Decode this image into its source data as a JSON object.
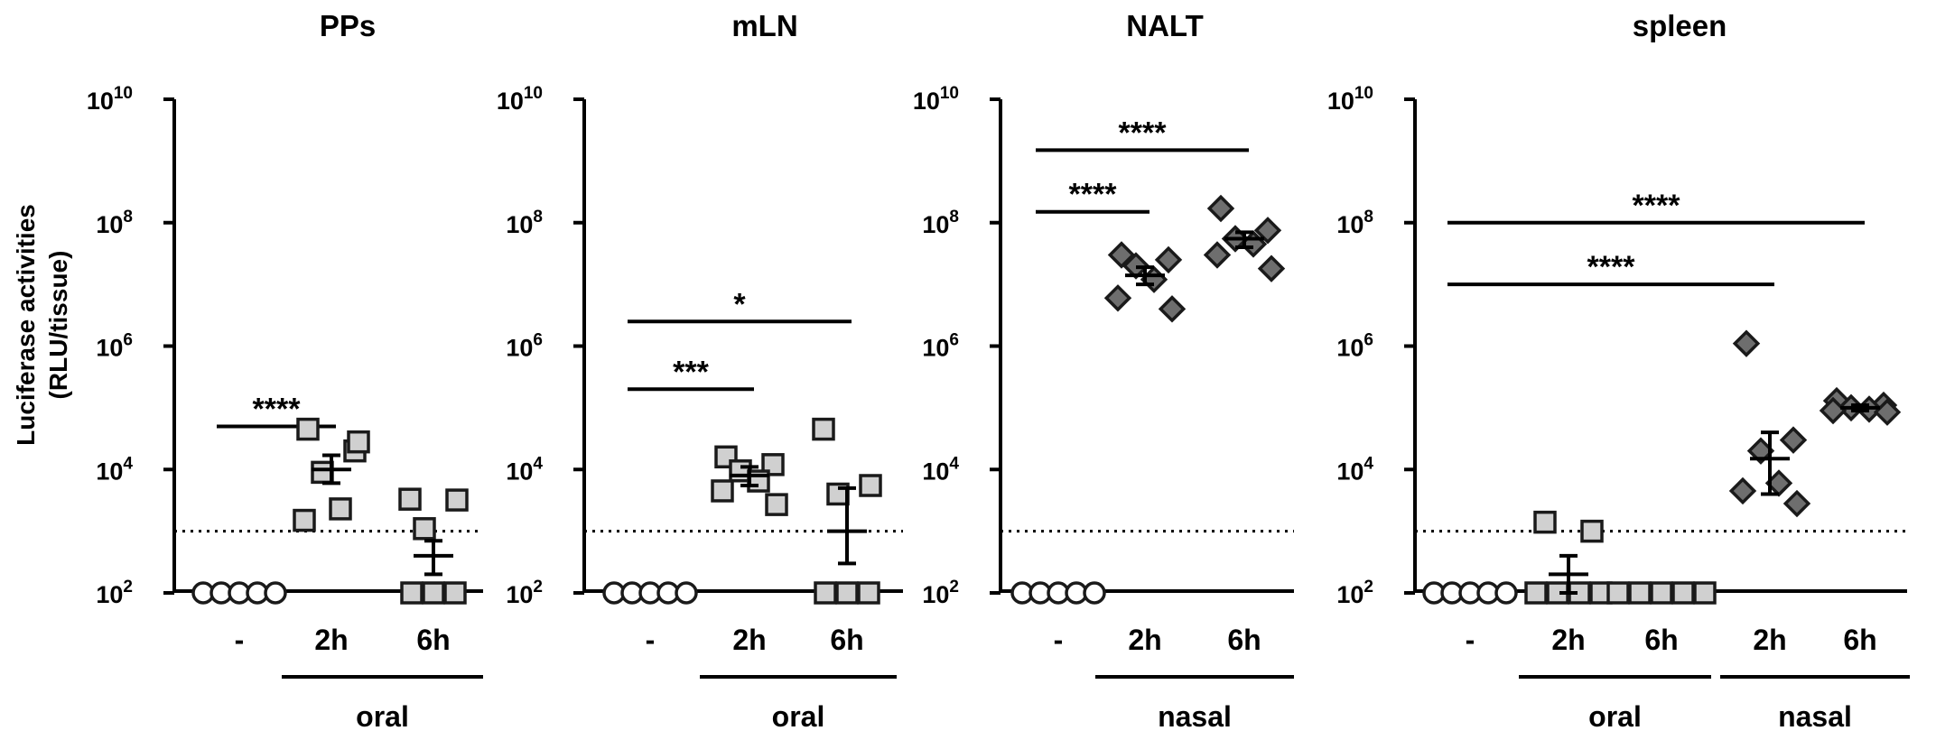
{
  "ylabel_line1": "Luciferase activities",
  "ylabel_line2": "(RLU/tissue)",
  "colors": {
    "open_circle_fill": "#ffffff",
    "square_fill": "#d0d0d0",
    "diamond_fill": "#6e6e6e",
    "stroke": "#1a1a1a",
    "axis": "#000000"
  },
  "chart_data": [
    {
      "type": "scatter",
      "title": "PPs",
      "yscale": "log10",
      "ylim": [
        100,
        10000000000
      ],
      "yticks": [
        {
          "label": "10",
          "exp": "2"
        },
        {
          "label": "10",
          "exp": "4"
        },
        {
          "label": "10",
          "exp": "6"
        },
        {
          "label": "10",
          "exp": "8"
        },
        {
          "label": "10",
          "exp": "10"
        }
      ],
      "detection_limit": 1000,
      "categories": [
        "-",
        "2h",
        "6h"
      ],
      "group_labels": [
        {
          "label": "oral",
          "span": [
            1,
            2
          ]
        }
      ],
      "series": [
        {
          "category": "-",
          "marker": "circle",
          "values": [
            100,
            100,
            100,
            100,
            100
          ],
          "mean": null
        },
        {
          "category": "2h",
          "marker": "square",
          "values": [
            45000,
            20000,
            9000,
            2300,
            1500,
            28000
          ],
          "mean": 10000,
          "sem": [
            6000,
            17000
          ]
        },
        {
          "category": "6h",
          "marker": "square",
          "values": [
            3300,
            3200,
            1100,
            100,
            100,
            100
          ],
          "mean": 400,
          "sem": [
            200,
            700
          ]
        }
      ],
      "significance": [
        {
          "from": 0,
          "to": 1,
          "label": "****",
          "y": 50000
        }
      ]
    },
    {
      "type": "scatter",
      "title": "mLN",
      "yscale": "log10",
      "ylim": [
        100,
        10000000000
      ],
      "yticks": [
        {
          "label": "10",
          "exp": "2"
        },
        {
          "label": "10",
          "exp": "4"
        },
        {
          "label": "10",
          "exp": "6"
        },
        {
          "label": "10",
          "exp": "8"
        },
        {
          "label": "10",
          "exp": "10"
        }
      ],
      "detection_limit": 1000,
      "categories": [
        "-",
        "2h",
        "6h"
      ],
      "group_labels": [
        {
          "label": "oral",
          "span": [
            1,
            2
          ]
        }
      ],
      "series": [
        {
          "category": "-",
          "marker": "circle",
          "values": [
            100,
            100,
            100,
            100,
            100
          ],
          "mean": null
        },
        {
          "category": "2h",
          "marker": "square",
          "values": [
            16000,
            12000,
            9500,
            6500,
            4500,
            2700
          ],
          "mean": 8000,
          "sem": [
            5500,
            11000
          ]
        },
        {
          "category": "6h",
          "marker": "square",
          "values": [
            45000,
            5500,
            4000,
            100,
            100,
            100
          ],
          "mean": 1000,
          "sem": [
            300,
            5000
          ]
        }
      ],
      "significance": [
        {
          "from": 0,
          "to": 1,
          "label": "***",
          "y": 200000
        },
        {
          "from": 0,
          "to": 2,
          "label": "*",
          "y": 2500000
        }
      ]
    },
    {
      "type": "scatter",
      "title": "NALT",
      "yscale": "log10",
      "ylim": [
        100,
        10000000000
      ],
      "yticks": [
        {
          "label": "10",
          "exp": "2"
        },
        {
          "label": "10",
          "exp": "4"
        },
        {
          "label": "10",
          "exp": "6"
        },
        {
          "label": "10",
          "exp": "8"
        },
        {
          "label": "10",
          "exp": "10"
        }
      ],
      "detection_limit": 1000,
      "categories": [
        "-",
        "2h",
        "6h"
      ],
      "group_labels": [
        {
          "label": "nasal",
          "span": [
            1,
            2
          ]
        }
      ],
      "series": [
        {
          "category": "-",
          "marker": "circle",
          "values": [
            100,
            100,
            100,
            100,
            100
          ],
          "mean": null
        },
        {
          "category": "2h",
          "marker": "diamond",
          "values": [
            30000000,
            25000000,
            20000000,
            12000000,
            6000000,
            4000000
          ],
          "mean": 14000000,
          "sem": [
            10000000,
            19000000
          ]
        },
        {
          "category": "6h",
          "marker": "diamond",
          "values": [
            170000000,
            75000000,
            55000000,
            45000000,
            30000000,
            18000000
          ],
          "mean": 55000000,
          "sem": [
            40000000,
            70000000
          ]
        }
      ],
      "significance": [
        {
          "from": 0,
          "to": 1,
          "label": "****",
          "y": 150000000
        },
        {
          "from": 0,
          "to": 2,
          "label": "****",
          "y": 1500000000
        }
      ]
    },
    {
      "type": "scatter",
      "title": "spleen",
      "yscale": "log10",
      "ylim": [
        100,
        10000000000
      ],
      "yticks": [
        {
          "label": "10",
          "exp": "2"
        },
        {
          "label": "10",
          "exp": "4"
        },
        {
          "label": "10",
          "exp": "6"
        },
        {
          "label": "10",
          "exp": "8"
        },
        {
          "label": "10",
          "exp": "10"
        }
      ],
      "detection_limit": 1000,
      "categories": [
        "-",
        "2h",
        "6h",
        "2h",
        "6h"
      ],
      "group_labels": [
        {
          "label": "oral",
          "span": [
            1,
            2
          ]
        },
        {
          "label": "nasal",
          "span": [
            3,
            4
          ]
        }
      ],
      "series": [
        {
          "category": "-",
          "marker": "circle",
          "values": [
            100,
            100,
            100,
            100,
            100
          ],
          "mean": null
        },
        {
          "category": "2h",
          "marker": "square",
          "values": [
            1400,
            1000,
            100,
            100,
            100,
            100
          ],
          "mean": 200,
          "sem": [
            100,
            400
          ]
        },
        {
          "category": "6h",
          "marker": "square",
          "values": [
            100,
            100,
            100,
            100,
            100
          ],
          "mean": null
        },
        {
          "category": "2h",
          "marker": "diamond",
          "values": [
            1100000,
            30000,
            20000,
            6000,
            4500,
            2800
          ],
          "mean": 15000,
          "sem": [
            4000,
            40000
          ]
        },
        {
          "category": "6h",
          "marker": "diamond",
          "values": [
            130000,
            110000,
            100000,
            95000,
            90000,
            85000
          ],
          "mean": 100000,
          "sem": [
            90000,
            110000
          ]
        }
      ],
      "significance": [
        {
          "from": 0,
          "to": 3,
          "label": "****",
          "y": 10000000
        },
        {
          "from": 0,
          "to": 4,
          "label": "****",
          "y": 100000000
        }
      ]
    }
  ]
}
